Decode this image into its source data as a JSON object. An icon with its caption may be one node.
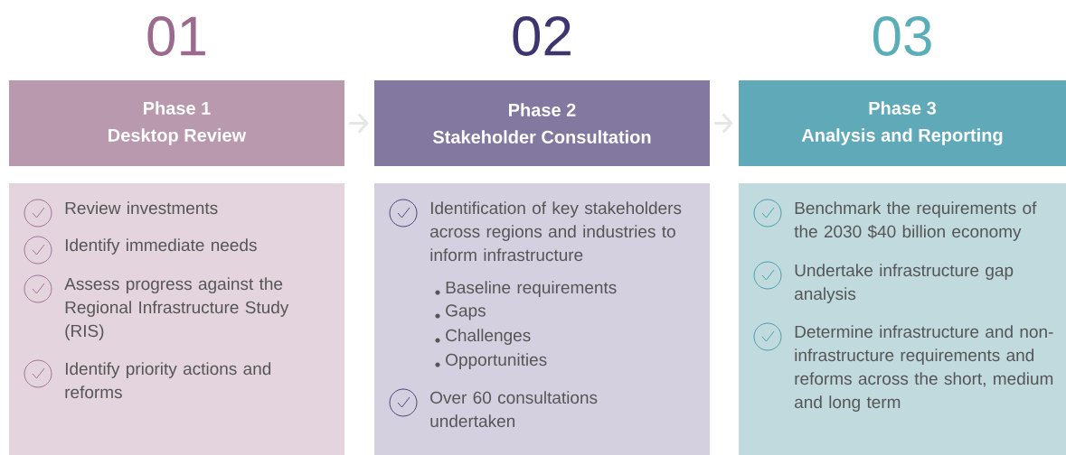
{
  "diagram": {
    "nodes": [
      {
        "text": [
          "Phase 1",
          "Desktop Review"
        ],
        "beside": [
          "01"
        ]
      },
      {
        "text": [
          "Review investments",
          "Identify immediate needs",
          "Assess progress against the Regional Infrastructure Study (RIS)",
          "Identify priority actions and reforms"
        ]
      },
      {
        "text": [
          "Phase 2",
          "Stakeholder Consultation"
        ],
        "beside": [
          "02"
        ]
      },
      {
        "text": [
          "Identification of key stakeholders across regions and industries to inform infrastructure",
          "Baseline requirements",
          "Gaps",
          "Challenges",
          "Opportunities",
          "Over 60 consultations undertaken"
        ]
      },
      {
        "text": [
          "Phase 3",
          "Analysis and Reporting"
        ],
        "beside": [
          "03"
        ]
      },
      {
        "text": [
          "Benchmark the requirements of the 2030 $40 billion economy",
          "Undertake infrastructure gap analysis",
          "Determine infrastructure and non-infrastructure requirements and reforms across the short, medium and long term"
        ]
      }
    ],
    "edges": [
      {
        "from": 0,
        "to": 2,
        "arrow": "to"
      },
      {
        "from": 2,
        "to": 4,
        "arrow": "to"
      }
    ]
  }
}
